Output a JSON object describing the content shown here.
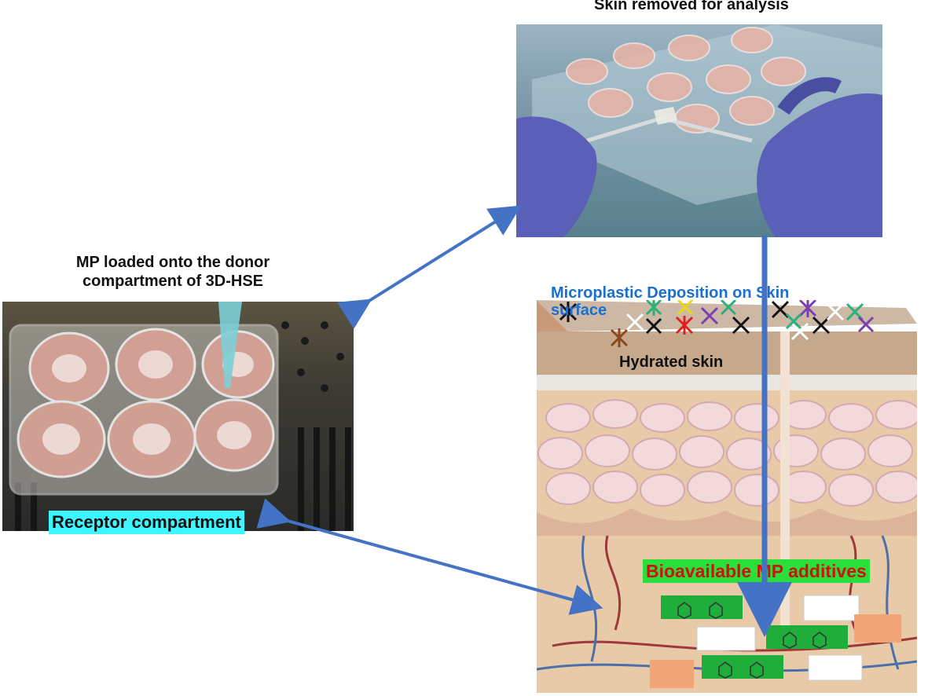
{
  "titles": {
    "top": "Skin removed for analysis",
    "left_line1": "MP loaded onto the donor",
    "left_line2": "compartment of 3D-HSE"
  },
  "labels": {
    "receptor": "Receptor compartment",
    "hydrated": "Hydrated skin",
    "deposition_line1": "Microplastic Deposition on Skin",
    "deposition_line2": "surface",
    "bioavailable": "Bioavailable MP additives"
  },
  "colors": {
    "arrow": "#4472c4",
    "receptor_highlight": "#3ff5ff",
    "bioavailable_highlight": "#2adf3a",
    "bioavailable_text": "#d01010",
    "deposition_text": "#1a6fcf",
    "glove": "#5a5fb8",
    "skin": "#e8c9a8"
  },
  "icons": {
    "particles": "microplastic-particle-icon",
    "molecules": "additive-molecule-icon"
  }
}
